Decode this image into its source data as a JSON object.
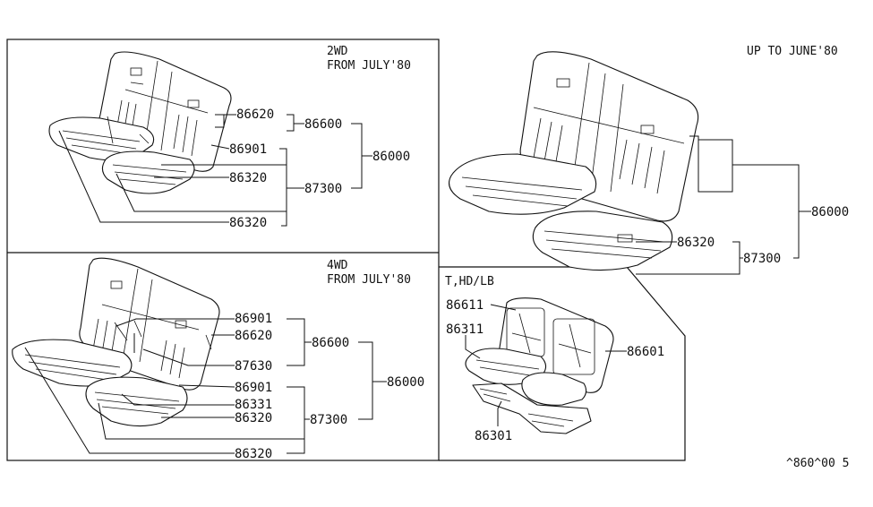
{
  "panels": {
    "wd2": {
      "heading_1": "2WD",
      "heading_2": "FROM JULY'80"
    },
    "wd4": {
      "heading_1": "4WD",
      "heading_2": "FROM JULY'80"
    },
    "upto": {
      "heading": "UP TO JUNE'80"
    },
    "thdlb": {
      "heading": "T,HD/LB"
    }
  },
  "callouts": {
    "wd2": [
      "86620",
      "86600",
      "86901",
      "86000",
      "86320",
      "87300",
      "86320"
    ],
    "wd4": [
      "86901",
      "86620",
      "86600",
      "87630",
      "86000",
      "86901",
      "86331",
      "86320",
      "87300",
      "86320"
    ],
    "upto": [
      "86000",
      "86320",
      "87300"
    ],
    "thdlb": [
      "86611",
      "86311",
      "86601",
      "86301"
    ]
  },
  "footer": {
    "code": "^860^00 5"
  }
}
